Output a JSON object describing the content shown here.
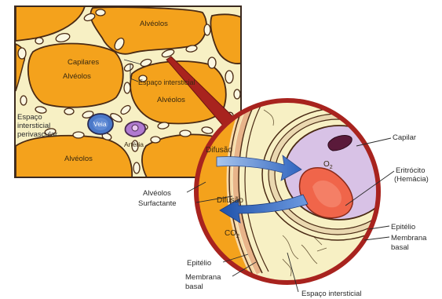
{
  "diagram": {
    "labels": {
      "alveolos_top": "Alvéolos",
      "capilares": "Capilares",
      "alveolos_left": "Alvéolos",
      "espaco_intersticial_top": "Espaço intersticial",
      "alveolos_mid": "Alvéolos",
      "veia": "Veia",
      "arteria": "Artéria",
      "espaco_perivascular_1": "Espaço",
      "espaco_perivascular_2": "intersticial",
      "espaco_perivascular_3": "perivascular",
      "alveolos_bottom": "Alvéolos",
      "difusao_1": "Difusão",
      "difusao_2": "Difusão",
      "o2": "O",
      "o2_sub": "2",
      "co2": "CO",
      "co2_sub": "2",
      "capilar": "Capilar",
      "eritrocito_1": "Eritrócito",
      "eritrocito_2": "(Hemácia)",
      "alveolos_zoom": "Alvéolos",
      "surfactante": "Surfactante",
      "epitelio_right": "Epitélio",
      "membrana_basal_right_1": "Membrana",
      "membrana_basal_right_2": "basal",
      "epitelio_left": "Epitélio",
      "membrana_basal_left_1": "Membrana",
      "membrana_basal_left_2": "basal",
      "espaco_intersticial_bottom": "Espaço intersticial"
    },
    "colors": {
      "alveolus": "#f4a21c",
      "alveolus_dark": "#e08a10",
      "interstitium": "#f7f0c4",
      "outline": "#4a2a14",
      "zoom_ring": "#a8231e",
      "capillary_fill": "#d8c2e6",
      "erythrocyte": "#f0654a",
      "vein": "#4a78c8",
      "artery": "#b07ad0",
      "arrow_blue": "#3f74c8"
    }
  }
}
